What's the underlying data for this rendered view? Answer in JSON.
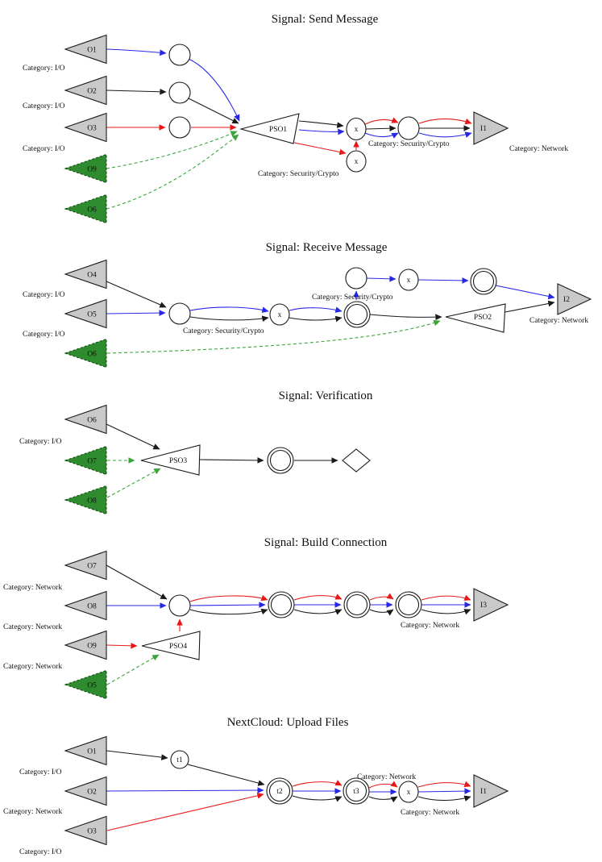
{
  "palette": {
    "black": "#1a1a1a",
    "blue": "#2727e8",
    "red": "#e81717",
    "green_edge": "#3aa53a",
    "green_fill": "#2e8b2e",
    "green_stroke": "#145214",
    "gray_fill": "#c9c9c9",
    "node_stroke": "#1a1a1a"
  },
  "shared": {
    "cat_io": "Category: I/O",
    "cat_net": "Category: Network",
    "cat_sec": "Category: Security/Crypto"
  },
  "sections": {
    "send": {
      "title": "Signal: Send Message",
      "nodes": {
        "o1": "O1",
        "o2": "O2",
        "o3": "O3",
        "o9": "O9",
        "o6": "O6",
        "pso1": "PSO1",
        "x_a": "x",
        "x_b": "x",
        "i1": "I1"
      }
    },
    "receive": {
      "title": "Signal: Receive Message",
      "nodes": {
        "o4": "O4",
        "o5": "O5",
        "o6": "O6",
        "x_mid": "x",
        "x_top": "x",
        "pso2": "PSO2",
        "i2": "I2"
      }
    },
    "verification": {
      "title": "Signal: Verification",
      "nodes": {
        "o6": "O6",
        "o7": "O7",
        "o8": "O8",
        "pso3": "PSO3"
      }
    },
    "build": {
      "title": "Signal: Build Connection",
      "nodes": {
        "o7": "O7",
        "o8": "O8",
        "o9": "O9",
        "o5": "O5",
        "pso4": "PSO4",
        "i3": "I3"
      }
    },
    "upload": {
      "title": "NextCloud: Upload Files",
      "nodes": {
        "o1": "O1",
        "o2": "O2",
        "o3": "O3",
        "t1": "t1",
        "t2": "t2",
        "t3": "t3",
        "x": "x",
        "i1": "I1"
      }
    }
  }
}
